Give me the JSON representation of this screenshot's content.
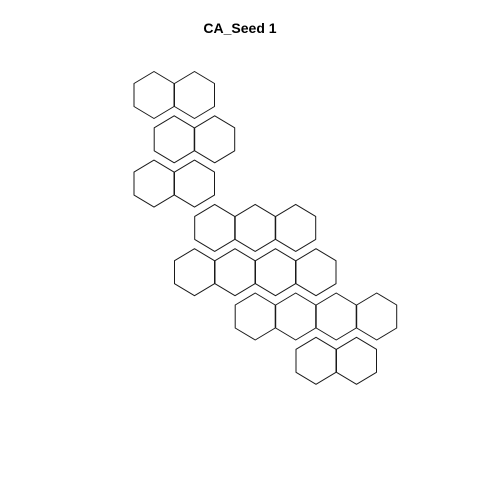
{
  "title": "CA_Seed 1",
  "colors": {
    "background": "#ffffff",
    "cell_fill": "#ffffff",
    "cell_stroke": "#1a1a1a"
  },
  "cells": [
    {
      "row": 0,
      "col": 0
    },
    {
      "row": 0,
      "col": 1
    },
    {
      "row": 1,
      "col": 0
    },
    {
      "row": 1,
      "col": 1
    },
    {
      "row": 2,
      "col": 0
    },
    {
      "row": 2,
      "col": 1
    },
    {
      "row": 3,
      "col": 1
    },
    {
      "row": 3,
      "col": 2
    },
    {
      "row": 3,
      "col": 3
    },
    {
      "row": 4,
      "col": 1
    },
    {
      "row": 4,
      "col": 2
    },
    {
      "row": 4,
      "col": 3
    },
    {
      "row": 4,
      "col": 4
    },
    {
      "row": 5,
      "col": 2
    },
    {
      "row": 5,
      "col": 3
    },
    {
      "row": 5,
      "col": 4
    },
    {
      "row": 5,
      "col": 5
    },
    {
      "row": 6,
      "col": 4
    },
    {
      "row": 6,
      "col": 5
    }
  ]
}
